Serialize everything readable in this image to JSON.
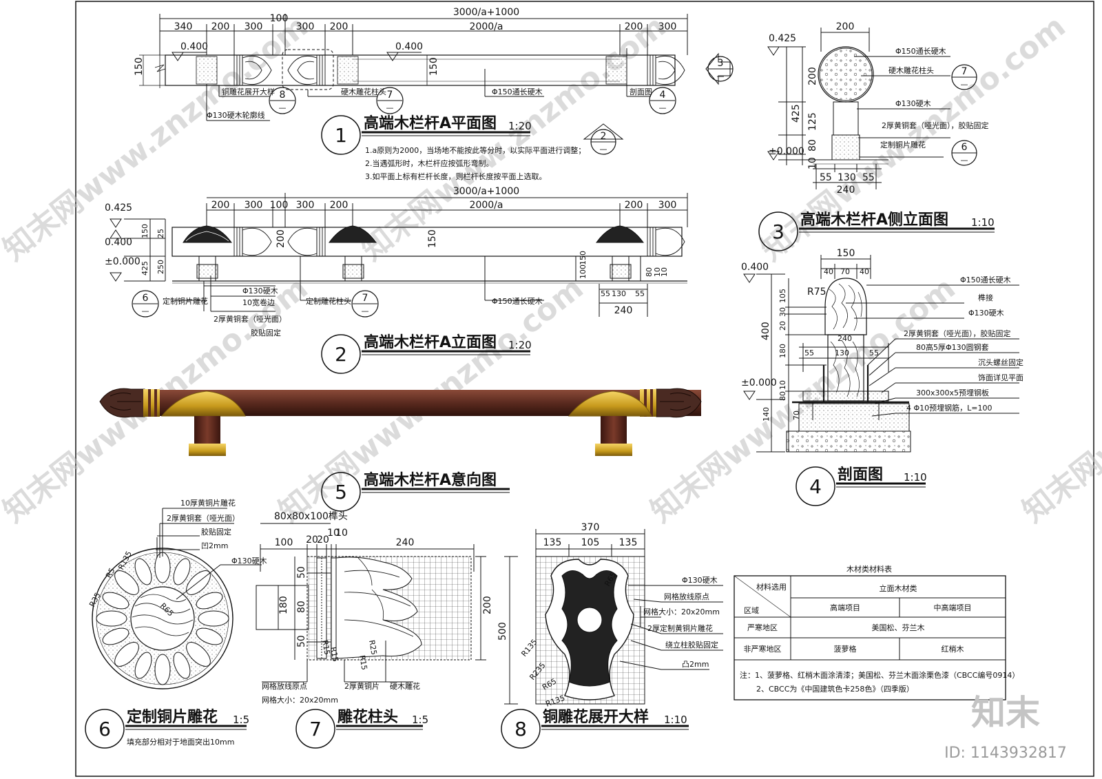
{
  "views": {
    "v1": {
      "num": "1",
      "title": "高端木栏杆A平面图",
      "scale": "1:20"
    },
    "v2": {
      "num": "2",
      "title": "高端木栏杆A立面图",
      "scale": "1:20"
    },
    "v3": {
      "num": "3",
      "title": "高端木栏杆A侧立面图",
      "scale": "1:10"
    },
    "v4": {
      "num": "4",
      "title": "剖面图",
      "scale": "1:10"
    },
    "v5": {
      "num": "5",
      "title": "高端木栏杆A意向图"
    },
    "v6": {
      "num": "6",
      "title": "定制铜片雕花",
      "scale": "1:5"
    },
    "v7": {
      "num": "7",
      "title": "雕花柱头",
      "scale": "1:5"
    },
    "v8": {
      "num": "8",
      "title": "铜雕花展开大样",
      "scale": "1:10"
    }
  },
  "plan": {
    "dims_top": [
      "340",
      "200",
      "300",
      "100",
      "300",
      "200",
      "2000/a",
      "200",
      "300"
    ],
    "total": "3000/a+1000",
    "level": "0.400",
    "level_b": "0.400",
    "height": "150",
    "height_b": "150",
    "callouts": [
      "铜雕花展开大样",
      "硬木雕花柱头",
      "Φ150通长硬木",
      "剖面图",
      "Φ130硬木轮廓线"
    ],
    "refs": {
      "r8": "8",
      "r7": "7",
      "r4": "4",
      "r3": "3",
      "r2": "2",
      "dash": "—"
    },
    "notes": [
      "1.a原则为2000，当场地不能按此等分时，以实际平面进行调整；",
      "2.当遇弧形时，木栏杆应按弧形弯制。",
      "3.如平面上标有栏杆长度，则栏杆长度按平面上选取。"
    ]
  },
  "elev": {
    "dims_top": [
      "200",
      "300",
      "100",
      "300",
      "200",
      "2000/a",
      "200",
      "300"
    ],
    "total": "3000/a+1000",
    "left_dims": [
      "0.425",
      "0.400",
      "±0.000",
      "150",
      "25",
      "425",
      "250",
      "200",
      "150"
    ],
    "right_dims": [
      "100",
      "150",
      "80",
      "10",
      "10",
      "55",
      "130",
      "55",
      "240"
    ],
    "callouts": [
      "Φ130硬木",
      "10宽卷边",
      "2厚黄铜套（哑光面）",
      "胶贴固定",
      "定制铜片雕花",
      "定制雕花柱头",
      "Φ150通长硬木"
    ],
    "refs": {
      "r6": "6",
      "r7": "7"
    }
  },
  "side": {
    "dims": [
      "200",
      "0.425",
      "425",
      "200",
      "125",
      "80",
      "10",
      "±0.000",
      "55",
      "130",
      "55",
      "240"
    ],
    "callouts": [
      "Φ150通长硬木",
      "硬木雕花柱头",
      "Φ130硬木",
      "2厚黄铜套（哑光面），胶贴固定",
      "定制铜片雕花"
    ],
    "refs": {
      "r7": "7",
      "r6": "6"
    }
  },
  "section": {
    "dims": [
      "150",
      "40",
      "70",
      "40",
      "0.400",
      "R75",
      "105",
      "30",
      "20",
      "400",
      "180",
      "240",
      "55",
      "130",
      "55",
      "±0.000",
      "10",
      "80",
      "140",
      "70"
    ],
    "callouts": [
      "Φ150通长硬木",
      "榫接",
      "Φ130硬木",
      "2厚黄铜套（哑光面），胶贴固定",
      "80高5厚Φ130圆钢套",
      "沉头螺丝固定",
      "饰面详见平面",
      "300x300x5预埋钢板",
      "4 Φ10预埋钢筋，L=100"
    ]
  },
  "copper": {
    "callouts": [
      "10厚黄铜片雕花",
      "2厚黄铜套（哑光面）",
      "胶贴固定",
      "凹2mm",
      "Φ130硬木"
    ],
    "radii": [
      "R135",
      "R5",
      "R35",
      "R65"
    ],
    "footnote": "填充部分相对于地面突出10mm"
  },
  "head": {
    "top": "80x80x100榫头",
    "dims": [
      "100",
      "20",
      "20",
      "10",
      "10",
      "240",
      "50",
      "180",
      "80",
      "50",
      "200"
    ],
    "radii": [
      "R15",
      "R15",
      "R25",
      "R15"
    ],
    "callouts": [
      "网格放线原点",
      "网格大小：20x20mm",
      "2厚黄铜片",
      "硬木雕花"
    ]
  },
  "flower": {
    "dims": [
      "370",
      "135",
      "105",
      "135",
      "500"
    ],
    "radii": [
      "R65",
      "R135",
      "R235",
      "R65",
      "R135"
    ],
    "callouts": [
      "Φ130硬木",
      "网格放线原点",
      "网格大小：20x20mm",
      "2厚定制黄铜片雕花",
      "绕立柱胶贴固定",
      "凸2mm"
    ]
  },
  "table": {
    "title": "木材类材料表",
    "h1": "材料选用",
    "h2": "立面木材类",
    "h3": "区域",
    "c1": "高端项目",
    "c2": "中高端项目",
    "r1": "严寒地区",
    "r1v": "美国松、芬兰木",
    "r2": "非严寒地区",
    "r2a": "菠萝格",
    "r2b": "红梢木",
    "note1": "注：1、菠萝格、红梢木面涂清漆；美国松、芬兰木面涂栗色漆（CBCC编号0914）",
    "note2": "2、CBCC为《中国建筑色卡258色》（四季版）"
  },
  "brand": {
    "logo": "知末",
    "id": "ID: 1143932817",
    "watermark": "知末网www.znzmo.com"
  },
  "colors": {
    "wood": "#5a2a1f",
    "brass": "#d4a520",
    "line": "#111111"
  }
}
